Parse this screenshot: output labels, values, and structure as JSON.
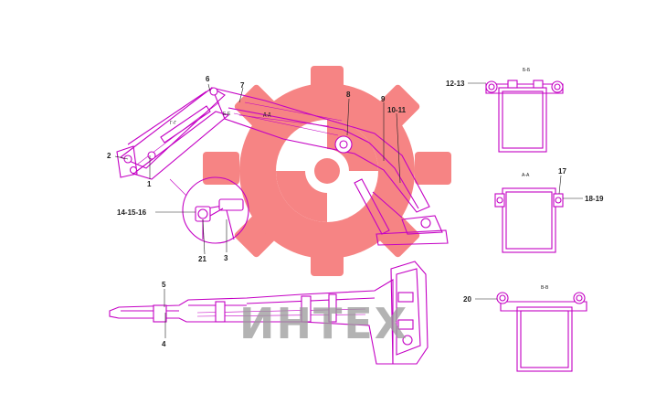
{
  "watermark": {
    "text": "ИНТЕХ",
    "gear_color": "#f56f6f"
  },
  "callouts": [
    "1",
    "2",
    "3",
    "4",
    "5",
    "6",
    "7",
    "8",
    "9",
    "10-11",
    "12-13",
    "14-15-16",
    "17",
    "18-19",
    "20",
    "21"
  ],
  "section_marks": [
    "Б-Б",
    "А-А",
    "В-В",
    "Г-Г",
    "Д-Д",
    "Е-Е"
  ],
  "colors": {
    "line_color": "#c400c4",
    "leader_color": "#222222"
  },
  "icons": [
    "gear-logo-icon",
    "detail-circle-icon"
  ]
}
